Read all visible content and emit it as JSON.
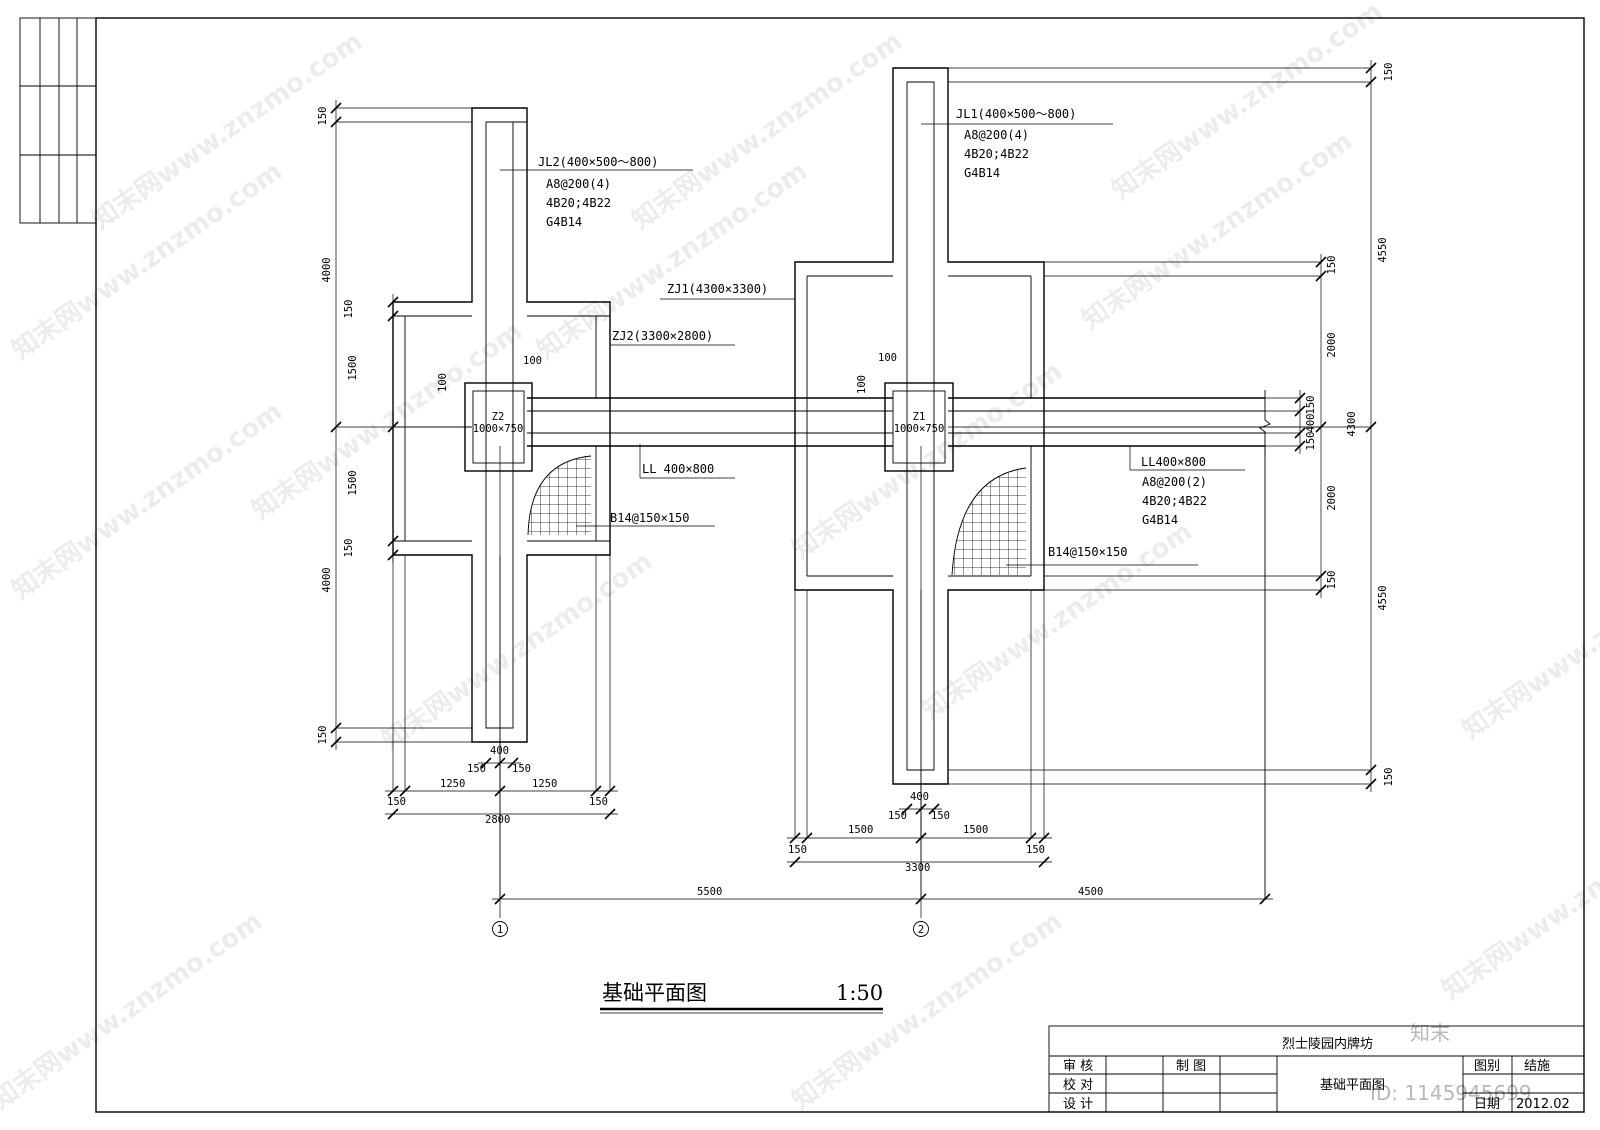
{
  "title": "基础平面图",
  "scale": "1:50",
  "beams": {
    "jl1": {
      "name": "JL1(400×500～800)",
      "lines": [
        "A8@200(4)",
        "4B20;4B22",
        "G4B14"
      ]
    },
    "jl2": {
      "name": "JL2(400×500～800)",
      "lines": [
        "A8@200(4)",
        "4B20;4B22",
        "G4B14"
      ]
    },
    "ll_left": "LL 400×800",
    "ll_right": {
      "name": "LL400×800",
      "lines": [
        "A8@200(2)",
        "4B20;4B22",
        "G4B14"
      ]
    }
  },
  "footings": {
    "zj1": "ZJ1(4300×3300)",
    "zj2": "ZJ2(3300×2800)"
  },
  "columns": {
    "z1": {
      "name": "Z1",
      "size": "1000×750"
    },
    "z2": {
      "name": "Z2",
      "size": "1000×750"
    }
  },
  "rebar": {
    "left": "B14@150×150",
    "right": "B14@150×150"
  },
  "axes": [
    "1",
    "2"
  ],
  "dims": {
    "d100": "100",
    "d150": "150",
    "d400": "400",
    "d1250": "1250",
    "d1500": "1500",
    "d2000": "2000",
    "d2800": "2800",
    "d3300": "3300",
    "d4000": "4000",
    "d4300": "4300",
    "d4500": "4500",
    "d4550": "4550",
    "d5500": "5500"
  },
  "title_block": {
    "project": "烈士陵园内牌坊",
    "drawing": "基础平面图",
    "review": "审 核",
    "check": "校 对",
    "design": "设 计",
    "draw": "制 图",
    "category_label": "图别",
    "category": "结施",
    "date_label": "日期",
    "date": "2012.02"
  },
  "watermark": {
    "site": "知末网www.znzmo.com",
    "logo": "知末",
    "id": "ID: 1145945699"
  }
}
